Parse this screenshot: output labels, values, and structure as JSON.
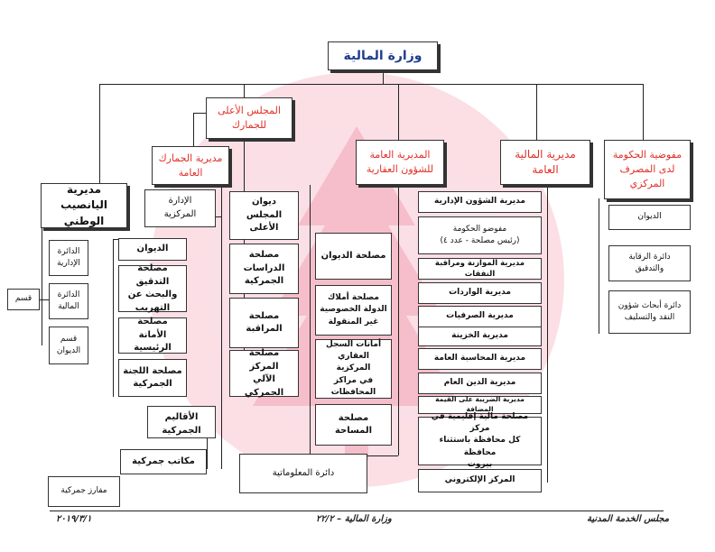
{
  "colors": {
    "accent_red": "#e0302a",
    "title_blue": "#1f3d8c",
    "watermark": "#f4a8b8"
  },
  "root": "وزارة المالية",
  "higher_council": "المجلس الأعلى\nللجمارك",
  "customs_dir": "مديرية الجمارك\nالعامة",
  "real_estate_dir": "المديرية العامة\nللشؤون العقارية",
  "general_finance_dir": "مديرية المالية\nالعامة",
  "gov_commissioner": "مفوضية الحكومة\nلدى المصرف\nالمركزي",
  "lottery": {
    "title": "مديرية اليانصيب\nالوطني",
    "items": [
      "الدائرة\nالإدارية",
      "الدائرة\nالمالية",
      "قسم\nالديوان"
    ],
    "sub": "قسم"
  },
  "customs": {
    "admin": "الإدارة\nالمركزية",
    "units": [
      "الديوان",
      "مصلحة التدقيق\nوالبحث عن\nالتهريب",
      "مصلحة الأمانة\nالرئيسية",
      "مصلحة اللجنة\nالجمركية"
    ],
    "regions": "الأقاليم\nالجمركية",
    "offices": "مكاتب جمركية",
    "warehouses": "مفارز جمركية"
  },
  "council_units": [
    "ديوان المجلس\nالأعلى",
    "مصلحة\nالدراسات\nالجمركية",
    "مصلحة\nالمراقبة",
    "مصلحة المركز\nالآلي الجمركي"
  ],
  "real_estate_units": [
    "مصلحة الديوان",
    "مصلحة أملاك\nالدولة الخصوصية\nغير المنقولة",
    "أمانات السجل\nالعقاري المركزية\nفي مراكز\nالمحافظات",
    "مصلحة المساحة"
  ],
  "it_dept": "دائرة المعلوماتية",
  "finance_units": [
    "مديرية الشؤون الإدارية",
    "مفوضو الحكومة\n(رئيس مصلحة - عدد ٤)",
    "مديرية الموازنة ومراقبة النفقات",
    "مديرية الواردات",
    "مديرية الصرفيات",
    "مديرية الخزينة",
    "مديرية المحاسبة العامة",
    "مديرية الدين العام",
    "مديرية الضريبة على القيمة المضافة",
    "مصلحة مالية إقليمية في مركز\nكل محافظة باستثناء محافظة\nبيروت",
    "المركز الإلكتروني"
  ],
  "commissioner_units": [
    "الديوان",
    "دائرة الرقابة\nوالتدقيق",
    "دائرة أبحاث شؤون\nالنقد والتسليف"
  ],
  "footer": {
    "left": "٢٠١٩/٣/١",
    "center": "وزارة المالية – ٢٢/٢",
    "right": "مجلس الخدمة المدنية"
  }
}
